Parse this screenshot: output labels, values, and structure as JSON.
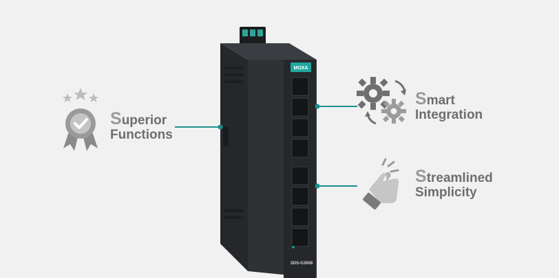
{
  "device": {
    "brand": "MOXA",
    "model": "SDS-G3008"
  },
  "features": [
    {
      "id": "superior",
      "first_letter": "S",
      "line1_rest": "uperior",
      "line2": "Functions",
      "icon": "award-badge-icon"
    },
    {
      "id": "smart",
      "first_letter": "S",
      "line1_rest": "mart",
      "line2": "Integration",
      "icon": "gears-icon"
    },
    {
      "id": "streamlined",
      "first_letter": "S",
      "line1_rest": "treamlined",
      "line2": "Simplicity",
      "icon": "finger-snap-icon"
    }
  ],
  "colors": {
    "background": "#f1f1f1",
    "connector": "#1a8f8c",
    "text_dark": "#6e6e6e",
    "text_light": "#9a9a9a",
    "icon_gray": "#888888",
    "device_body": "#2b2d30",
    "brand_teal": "#1fa8a0"
  }
}
